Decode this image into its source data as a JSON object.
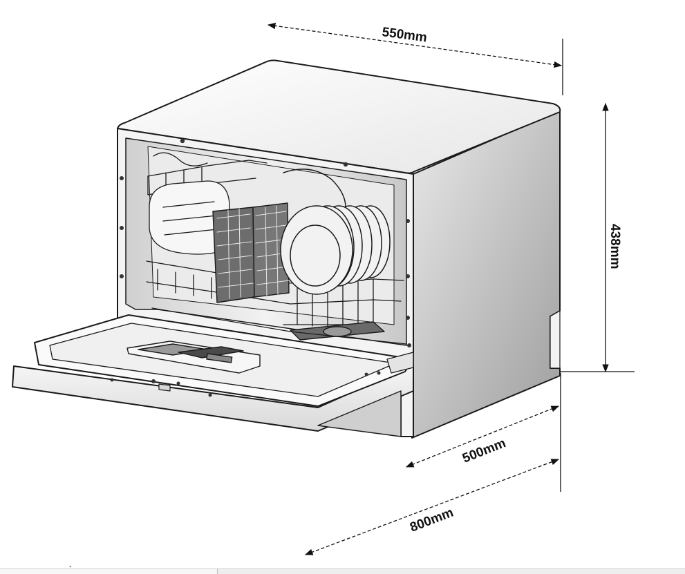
{
  "dimensions": {
    "width": "550mm",
    "height": "438mm",
    "depth": "500mm",
    "depth_door_open": "800mm"
  },
  "footer": {
    "tab_text": "\""
  },
  "colors": {
    "line": "#1a1a1a",
    "body_light": "#f4f4f4",
    "side_shade": "#bdbdbd",
    "inner_shade": "#dcdcdc"
  },
  "illustration": {
    "subject": "dishwasher-icon"
  }
}
